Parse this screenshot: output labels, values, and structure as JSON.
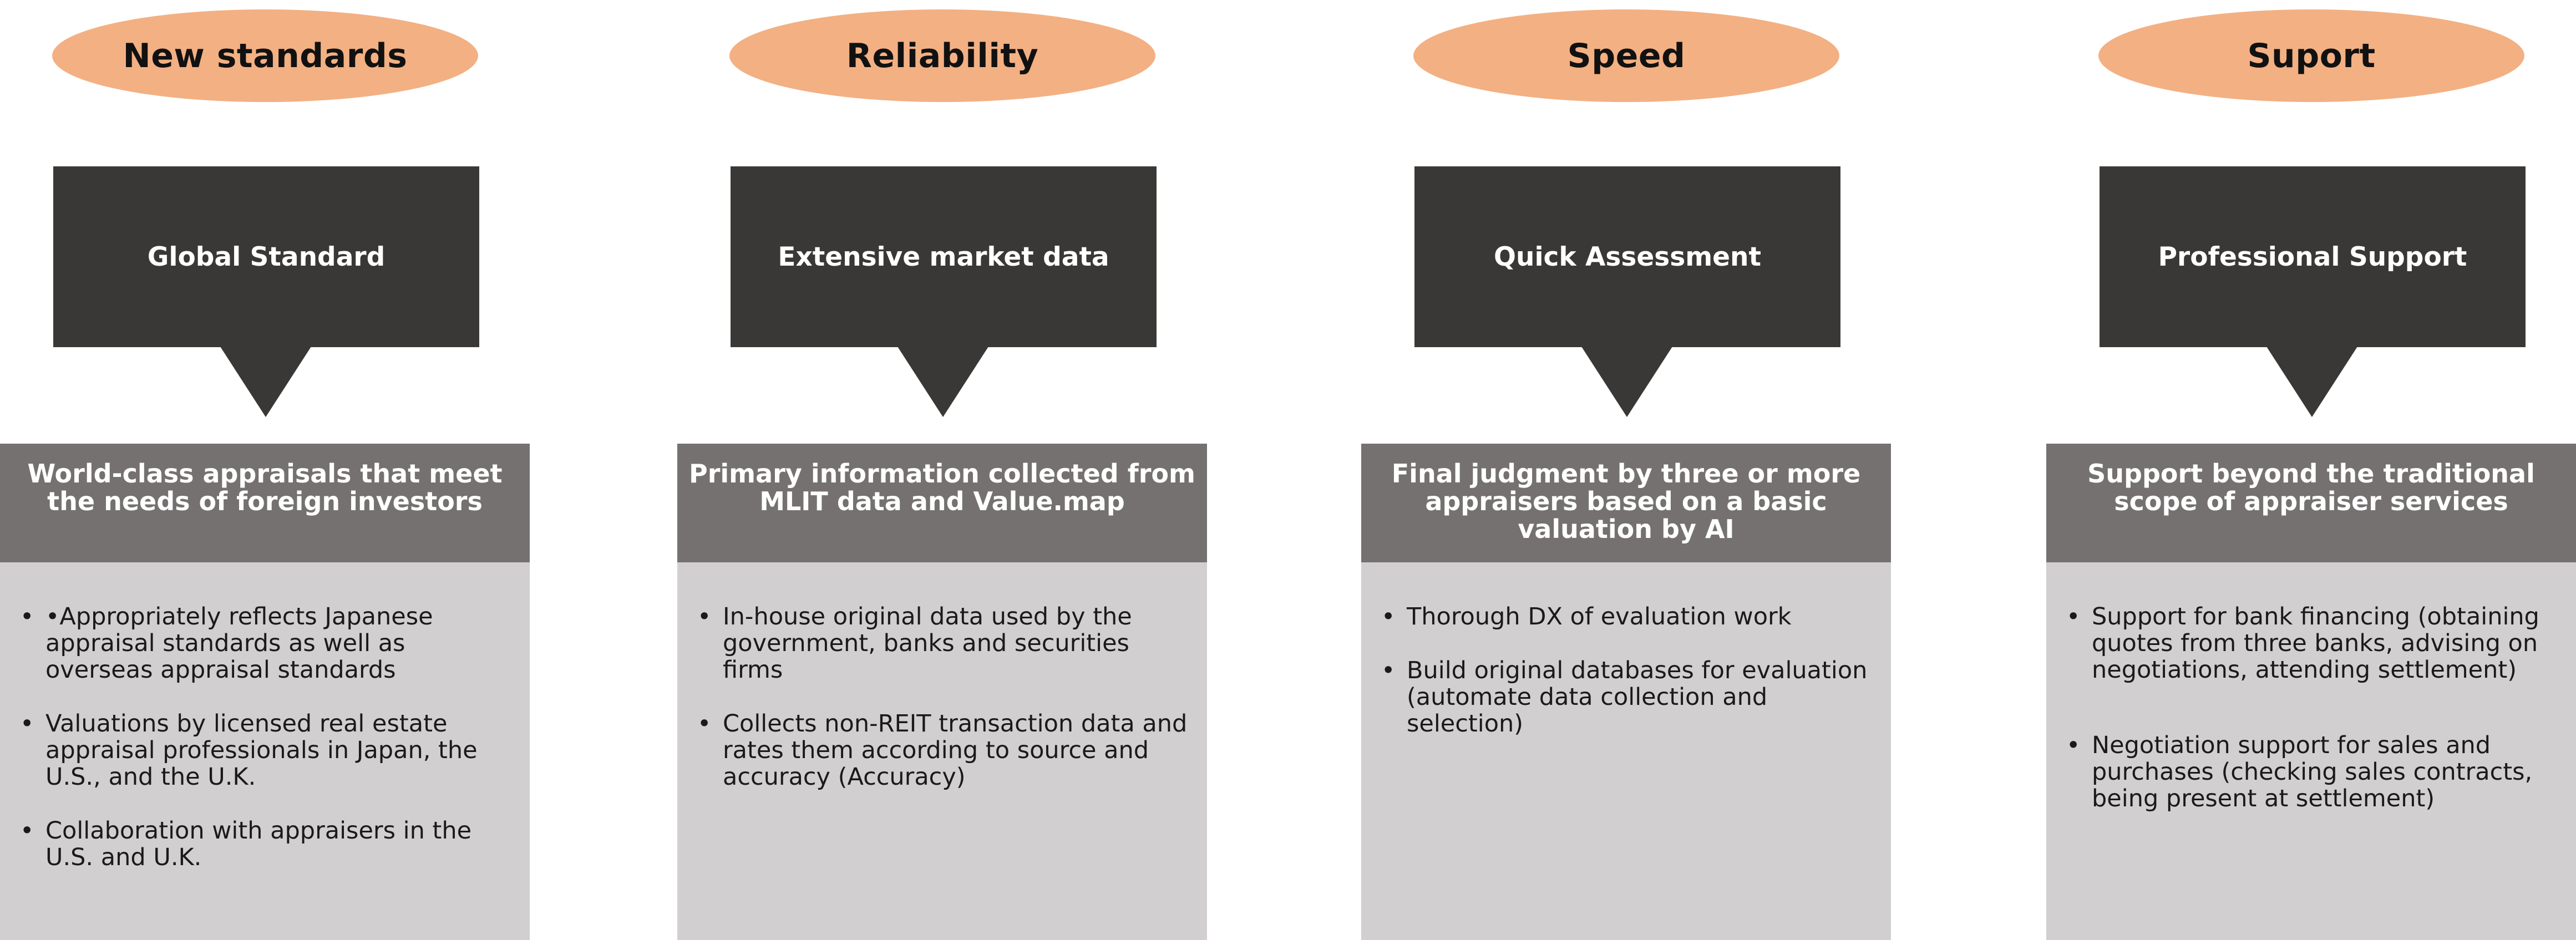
{
  "columns": [
    {
      "oval_label": "New standards",
      "callout_label": "Global Standard",
      "header_text": "World-class appraisals that meet the needs of foreign investors",
      "bullets": [
        "•Appropriately reflects Japanese appraisal standards as well as overseas appraisal standards",
        "Valuations by licensed real estate appraisal professionals in Japan, the U.S., and the U.K.",
        "Collaboration with appraisers in the U.S. and U.K."
      ]
    },
    {
      "oval_label": "Reliability",
      "callout_label": "Extensive market data",
      "header_text": "Primary information collected from MLIT data and Value.map",
      "bullets": [
        "In-house original data used by the government, banks and securities firms",
        "Collects non-REIT transaction data and rates them according to source and accuracy (Accuracy)"
      ]
    },
    {
      "oval_label": "Speed",
      "callout_label": "Quick Assessment",
      "header_text": "Final judgment by three or more appraisers based on a basic valuation by AI",
      "bullets": [
        "Thorough DX of evaluation work",
        "Build original databases for evaluation (automate data collection and selection)"
      ]
    },
    {
      "oval_label": "Suport",
      "callout_label": "Professional Support",
      "header_text": "Support beyond the traditional scope of appraiser services",
      "bullets": [
        "Support for bank financing (obtaining quotes from three banks, advising on negotiations, attending settlement)",
        "Negotiation support for sales and purchases (checking sales contracts, being present at settlement)"
      ]
    }
  ],
  "bullet_glyph": "•",
  "colors": {
    "oval": "#f3b083",
    "callout": "#3a3836",
    "header": "#757171",
    "body": "#d1cfd0"
  }
}
